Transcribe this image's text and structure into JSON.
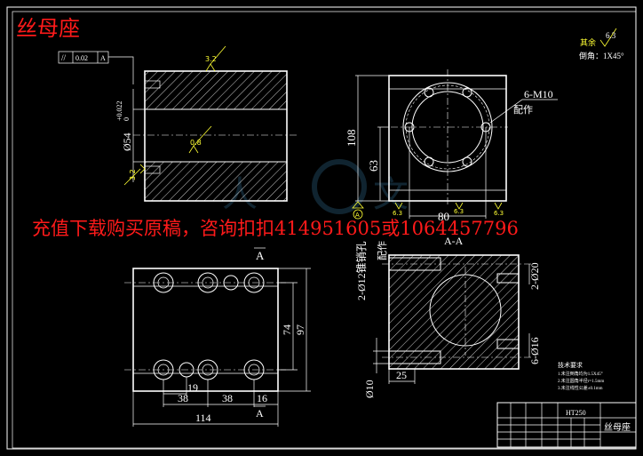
{
  "drawing": {
    "title_corner": "丝母座",
    "promo_banner": "充值下载购买原稿，咨询扣扣414951605或1064457796",
    "roughness_note_label": "其余",
    "roughness_note_value": "6.3",
    "chamfer_note": "倒角：1X45°",
    "front_view": {
      "parallelism_symbol": "//",
      "parallelism_value": "0.02",
      "datum_ref": "A",
      "diameter_dim": "Ø54",
      "diameter_tol_upper": "+0.022",
      "diameter_tol_lower": "0",
      "roughness_top": "3.2",
      "roughness_mid": "0.8",
      "roughness_left": "3.2"
    },
    "side_view": {
      "thread_callout": "6-M10",
      "thread_note": "配作",
      "dim_height": "108",
      "dim_center_height": "63",
      "dim_width": "80",
      "roughness_a": "6.3",
      "roughness_b": "6.3",
      "roughness_c": "6.3",
      "datum_a": "A"
    },
    "top_view": {
      "view_label": "A",
      "dim_19": "19",
      "dim_38a": "38",
      "dim_38b": "38",
      "dim_16": "16",
      "dim_114": "114",
      "dim_74": "74",
      "dim_97": "97",
      "section_marker": "A"
    },
    "section_view": {
      "section_label": "A-A",
      "hole_callout": "2-Ø12锥销孔",
      "hole_note": "配作",
      "dim_2_020": "2-Ø20",
      "dim_6_016": "6-Ø16",
      "dim_010": "Ø10",
      "dim_25": "25"
    },
    "tech_requirements": {
      "heading": "技术要求",
      "items": [
        "1.未注倒角均为1.5X45°",
        "2.未注圆角半径r=1.5mm",
        "3.未注线性公差±0.1mm"
      ]
    },
    "title_block": {
      "material": "HT250",
      "part_name": "丝母座"
    },
    "colors": {
      "lines": "#ffffff",
      "annotations": "#ffff33",
      "promo": "#ff1a1a",
      "background": "#000000"
    }
  }
}
